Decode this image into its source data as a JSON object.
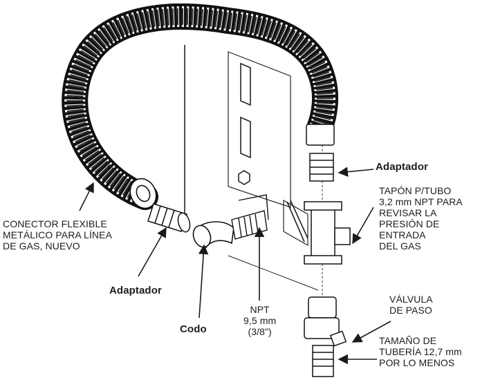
{
  "labels": {
    "adaptador_top": "Adaptador",
    "tapon": "TAPÓN P/TUBO\n3,2 mm NPT PARA\nREVISAR LA\nPRESIÓN DE\nENTRADA\nDEL GAS",
    "conector": "CONECTOR FLEXIBLE\nMETÁLICO PARA LÍNEA\nDE GAS, NUEVO",
    "adaptador_bottom": "Adaptador",
    "codo": "Codo",
    "npt": "NPT\n9,5 mm\n(3/8\")",
    "valvula": "VÁLVULA\nDE PASO",
    "tamano": "TAMAÑO DE\nTUBERÍA 12,7 mm\nPOR LO MENOS"
  },
  "icons": [
    "hose",
    "adapter",
    "elbow",
    "tee-fitting",
    "plug",
    "shutoff-valve",
    "pipe",
    "appliance-panel",
    "pointer-arrow"
  ]
}
